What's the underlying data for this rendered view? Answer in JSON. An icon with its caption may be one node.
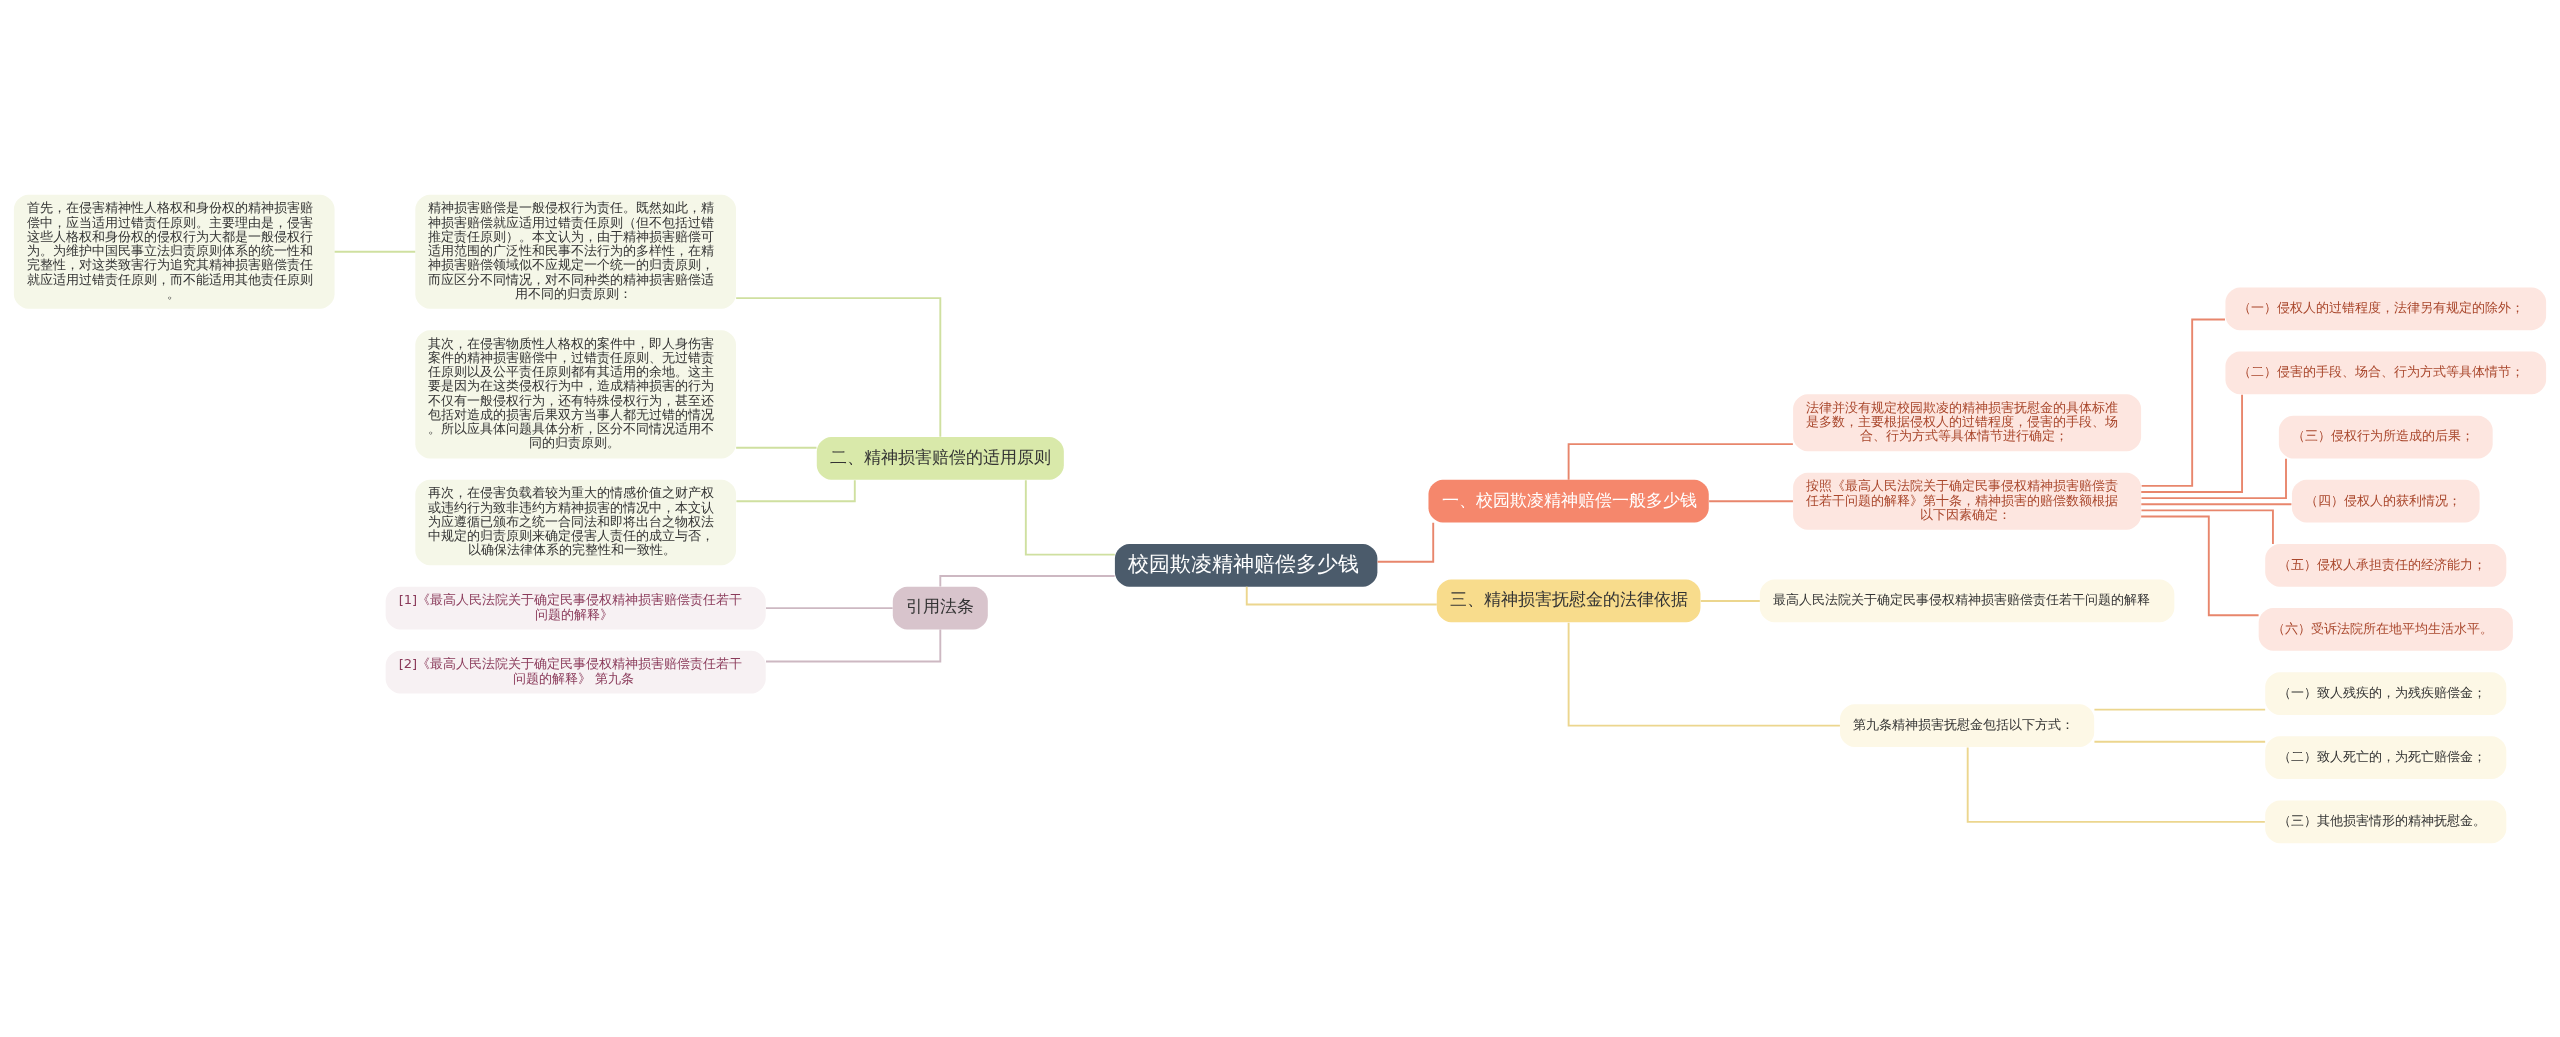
{
  "diagram": {
    "nodes": [
      {
        "text": [
          "校园欺凌精神赔偿多少钱"
        ]
      },
      {
        "text": [
          "一、校园欺凌精神赔偿一般多少钱"
        ]
      },
      {
        "text": [
          "法律并没有规定校园欺凌的精神损害抚慰金的具体标准是多数，主要根据侵权人的过错程度，侵害的手段、场合、行为方式等具体情节进行确定；"
        ]
      },
      {
        "text": [
          "按照《最高人民法院关于确定民事侵权精神损害赔偿责任若干问题的解释》第十条，精神损害的赔偿数额根据以下因素确定："
        ]
      },
      {
        "text": [
          "（一）侵权人的过错程度，法律另有规定的除外；"
        ]
      },
      {
        "text": [
          "（二）侵害的手段、场合、行为方式等具体情节；"
        ]
      },
      {
        "text": [
          "（三）侵权行为所造成的后果；"
        ]
      },
      {
        "text": [
          "（四）侵权人的获利情况；"
        ]
      },
      {
        "text": [
          "（五）侵权人承担责任的经济能力；"
        ]
      },
      {
        "text": [
          "（六）受诉法院所在地平均生活水平。"
        ]
      },
      {
        "text": [
          "三、精神损害抚慰金的法律依据"
        ]
      },
      {
        "text": [
          "最高人民法院关于确定民事侵权精神损害赔偿责任若干问题的解释"
        ]
      },
      {
        "text": [
          "第九条精神损害抚慰金包括以下方式："
        ]
      },
      {
        "text": [
          "（一）致人残疾的，为残疾赔偿金；"
        ]
      },
      {
        "text": [
          "（二）致人死亡的，为死亡赔偿金；"
        ]
      },
      {
        "text": [
          "（三）其他损害情形的精神抚慰金。"
        ]
      },
      {
        "text": [
          "二、精神损害赔偿的适用原则"
        ]
      },
      {
        "text": [
          "精神损害赔偿是一般侵权行为责任。既然如此，精神损害赔偿就应适用过错责任原则（但不包括过错推定责任原则）。本文认为，由于精神损害赔偿可适用范围的广泛性和民事不法行为的多样性，在精神损害赔偿领域似不应规定一个统一的归责原则，而应区分不同情况，对不同种类的精神损害赔偿适用不同的归责原则："
        ]
      },
      {
        "text": [
          "首先，在侵害精神性人格权和身份权的精神损害赔偿中，应当适用过错责任原则。主要理由是，侵害这些人格权和身份权的侵权行为大都是一般侵权行为。为维护中国民事立法归责原则体系的统一性和完整性，对这类致害行为追究其精神损害赔偿责任就应适用过错责任原则，而不能适用其他责任原则。"
        ]
      },
      {
        "text": [
          "其次，在侵害物质性人格权的案件中，即人身伤害案件的精神损害赔偿中，过错责任原则、无过错责任原则以及公平责任原则都有其适用的余地。这主要是因为在这类侵权行为中，造成精神损害的行为不仅有一般侵权行为，还有特殊侵权行为，甚至还包括对造成的损害后果双方当事人都无过错的情况。所以应具体问题具体分析，区分不同情况适用不同的归责原则。"
        ]
      },
      {
        "text": [
          "再次，在侵害负载着较为重大的情感价值之财产权或违约行为致非违约方精神损害的情况中，本文认为应遵循已颁布之统一合同法和即将出台之物权法中规定的归责原则来确定侵害人责任的成立与否，以确保法律体系的完整性和一致性。"
        ]
      },
      {
        "text": [
          "引用法条"
        ]
      },
      {
        "text": [
          "[1]《最高人民法院关于确定民事侵权精神损害赔偿责任若干问题的解释》"
        ]
      },
      {
        "text": [
          "[2]《最高人民法院关于确定民事侵权精神损害赔偿责任若干问题的解释》 第九条"
        ]
      }
    ],
    "edges": [
      {
        "from": 0,
        "to": 1,
        "arrow": "none",
        "color": "#e8866c"
      },
      {
        "from": 1,
        "to": 2,
        "arrow": "none",
        "color": "#e8866c"
      },
      {
        "from": 1,
        "to": 3,
        "arrow": "none",
        "color": "#e8866c"
      },
      {
        "from": 3,
        "to": 4,
        "arrow": "none",
        "color": "#e8866c"
      },
      {
        "from": 3,
        "to": 5,
        "arrow": "none",
        "color": "#e8866c"
      },
      {
        "from": 3,
        "to": 6,
        "arrow": "none",
        "color": "#e8866c"
      },
      {
        "from": 3,
        "to": 7,
        "arrow": "none",
        "color": "#e8866c"
      },
      {
        "from": 3,
        "to": 8,
        "arrow": "none",
        "color": "#e8866c"
      },
      {
        "from": 3,
        "to": 9,
        "arrow": "none",
        "color": "#e8866c"
      },
      {
        "from": 0,
        "to": 10,
        "arrow": "none",
        "color": "#ecd68e"
      },
      {
        "from": 10,
        "to": 11,
        "arrow": "none",
        "color": "#ecd68e"
      },
      {
        "from": 10,
        "to": 12,
        "arrow": "none",
        "color": "#ecd68e"
      },
      {
        "from": 12,
        "to": 13,
        "arrow": "none",
        "color": "#ecd68e"
      },
      {
        "from": 12,
        "to": 14,
        "arrow": "none",
        "color": "#ecd68e"
      },
      {
        "from": 12,
        "to": 15,
        "arrow": "none",
        "color": "#ecd68e"
      },
      {
        "from": 0,
        "to": 16,
        "arrow": "none",
        "color": "#cfe0a0"
      },
      {
        "from": 16,
        "to": 17,
        "arrow": "none",
        "color": "#cfe0a0"
      },
      {
        "from": 17,
        "to": 18,
        "arrow": "none",
        "color": "#cfe0a0"
      },
      {
        "from": 16,
        "to": 19,
        "arrow": "none",
        "color": "#cfe0a0"
      },
      {
        "from": 16,
        "to": 20,
        "arrow": "none",
        "color": "#cfe0a0"
      },
      {
        "from": 0,
        "to": 21,
        "arrow": "none",
        "color": "#cdb8c2"
      },
      {
        "from": 21,
        "to": 22,
        "arrow": "none",
        "color": "#cdb8c2"
      },
      {
        "from": 21,
        "to": 23,
        "arrow": "none",
        "color": "#cdb8c2"
      }
    ]
  }
}
